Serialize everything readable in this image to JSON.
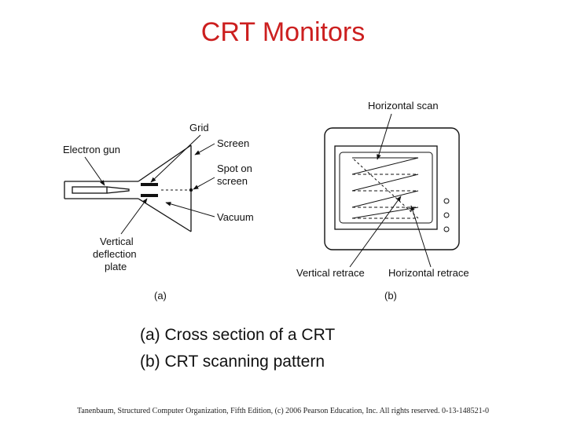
{
  "title": "CRT Monitors",
  "figure": {
    "part_a": {
      "tag": "(a)",
      "labels": {
        "grid": "Grid",
        "electron_gun": "Electron gun",
        "screen": "Screen",
        "spot_line1": "Spot on",
        "spot_line2": "screen",
        "vacuum": "Vacuum",
        "vertical_line1": "Vertical",
        "vertical_line2": "deflection",
        "vertical_line3": "plate"
      }
    },
    "part_b": {
      "tag": "(b)",
      "labels": {
        "horizontal_scan": "Horizontal scan",
        "vertical_retrace": "Vertical retrace",
        "horizontal_retrace": "Horizontal retrace"
      }
    }
  },
  "caption": {
    "line_a": "(a) Cross section of a CRT",
    "line_b": "(b) CRT scanning pattern"
  },
  "footer": "Tanenbaum, Structured Computer Organization, Fifth Edition, (c) 2006 Pearson Education, Inc. All rights reserved. 0-13-148521-0",
  "colors": {
    "title": "#cc1f1f",
    "ink": "#111111"
  }
}
